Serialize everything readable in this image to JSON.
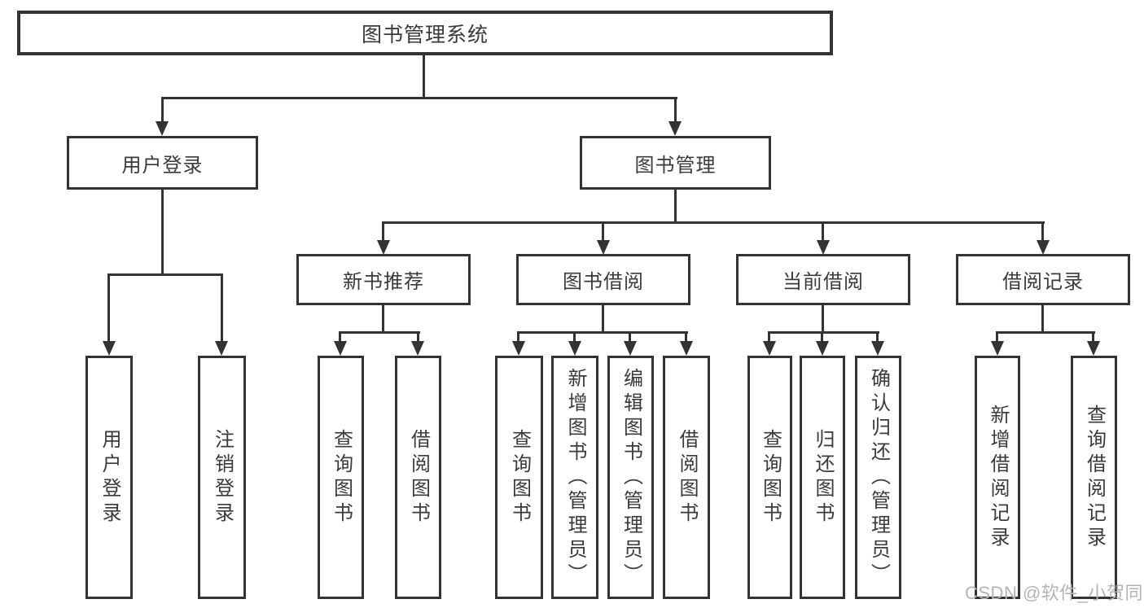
{
  "tree": {
    "root": "图书管理系统",
    "children": [
      {
        "label": "用户登录",
        "children": [
          {
            "label": "用户登录"
          },
          {
            "label": "注销登录"
          }
        ]
      },
      {
        "label": "图书管理",
        "children": [
          {
            "label": "新书推荐",
            "children": [
              {
                "label": "查询图书"
              },
              {
                "label": "借阅图书"
              }
            ]
          },
          {
            "label": "图书借阅",
            "children": [
              {
                "label": "查询图书"
              },
              {
                "label": "新增图书（管理员）"
              },
              {
                "label": "编辑图书（管理员）"
              },
              {
                "label": "借阅图书"
              }
            ]
          },
          {
            "label": "当前借阅",
            "children": [
              {
                "label": "查询图书"
              },
              {
                "label": "归还图书"
              },
              {
                "label": "确认归还（管理员）"
              }
            ]
          },
          {
            "label": "借阅记录",
            "children": [
              {
                "label": "新增借阅记录"
              },
              {
                "label": "查询借阅记录"
              }
            ]
          }
        ]
      }
    ]
  },
  "watermark": {
    "text": "CSDN @软件_小贺同学"
  },
  "colors": {
    "line": "#333333",
    "text": "#3a3a3a",
    "watermark": "#b4b4b4",
    "background": "#ffffff"
  }
}
